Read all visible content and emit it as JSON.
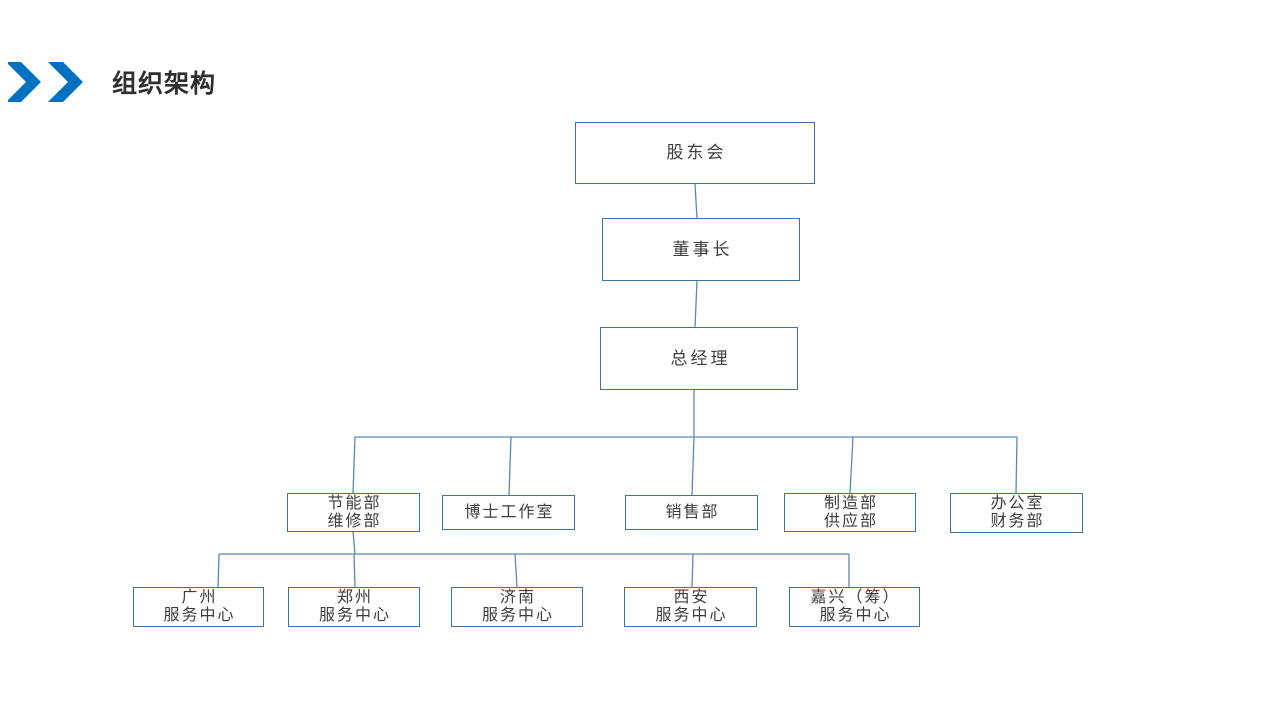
{
  "title": {
    "label": "组织架构"
  },
  "icons": {
    "header_icon": "double-chevron-right-icon"
  },
  "colors": {
    "accent": "#0070C0",
    "box_border": "#41719C",
    "connector": "#5B87B5",
    "box_text": "#3d3d3d",
    "title_text": "#2f2f2f"
  },
  "org_chart": {
    "nodes": [
      {
        "id": "shareholders",
        "lines": [
          "股东会"
        ]
      },
      {
        "id": "chairman",
        "lines": [
          "董事长"
        ]
      },
      {
        "id": "general-manager",
        "lines": [
          "总经理"
        ]
      },
      {
        "id": "energy-maintenance",
        "lines": [
          "节能部",
          "维修部"
        ]
      },
      {
        "id": "doctor-studio",
        "lines": [
          "博士工作室"
        ]
      },
      {
        "id": "sales",
        "lines": [
          "销售部"
        ]
      },
      {
        "id": "manufacturing-supply",
        "lines": [
          "制造部",
          "供应部"
        ]
      },
      {
        "id": "office-finance",
        "lines": [
          "办公室",
          "财务部"
        ]
      },
      {
        "id": "guangzhou-center",
        "lines": [
          "广州",
          "服务中心"
        ]
      },
      {
        "id": "zhengzhou-center",
        "lines": [
          "郑州",
          "服务中心"
        ]
      },
      {
        "id": "jinan-center",
        "lines": [
          "济南",
          "服务中心"
        ]
      },
      {
        "id": "xian-center",
        "lines": [
          "西安",
          "服务中心"
        ]
      },
      {
        "id": "jiaxing-center",
        "lines": [
          "嘉兴（筹）",
          "服务中心"
        ]
      }
    ]
  }
}
